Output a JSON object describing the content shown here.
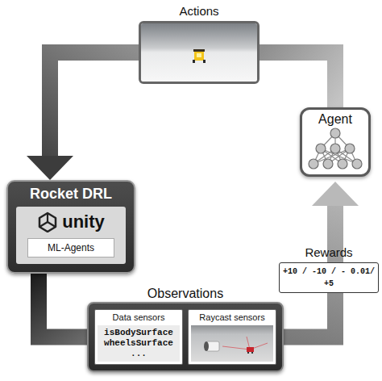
{
  "diagram": {
    "nodes": [
      {
        "text": [
          "Actions"
        ]
      },
      {
        "text": [
          "Agent"
        ]
      },
      {
        "text": [
          "Rocket DRL"
        ]
      },
      {
        "text": [
          "unity"
        ],
        "in": 2
      },
      {
        "text": [
          "ML-Agents"
        ],
        "in": 3
      },
      {
        "text": [
          "Rewards",
          "+10 / -10 / - 0.01/ +5"
        ]
      },
      {
        "text": [
          "Observations"
        ]
      },
      {
        "text": [
          "Data sensors",
          "isBodySurface wheelsSurface ..."
        ],
        "in": 6
      },
      {
        "text": [
          "Raycast sensors"
        ],
        "in": 6
      }
    ],
    "edges": [
      {
        "from": 1,
        "to": 0,
        "arrow": "none"
      },
      {
        "from": 0,
        "to": 2,
        "arrow": "to"
      },
      {
        "from": 2,
        "to": 6,
        "arrow": "none"
      },
      {
        "from": 6,
        "to": 1,
        "arrow": "to"
      }
    ]
  }
}
